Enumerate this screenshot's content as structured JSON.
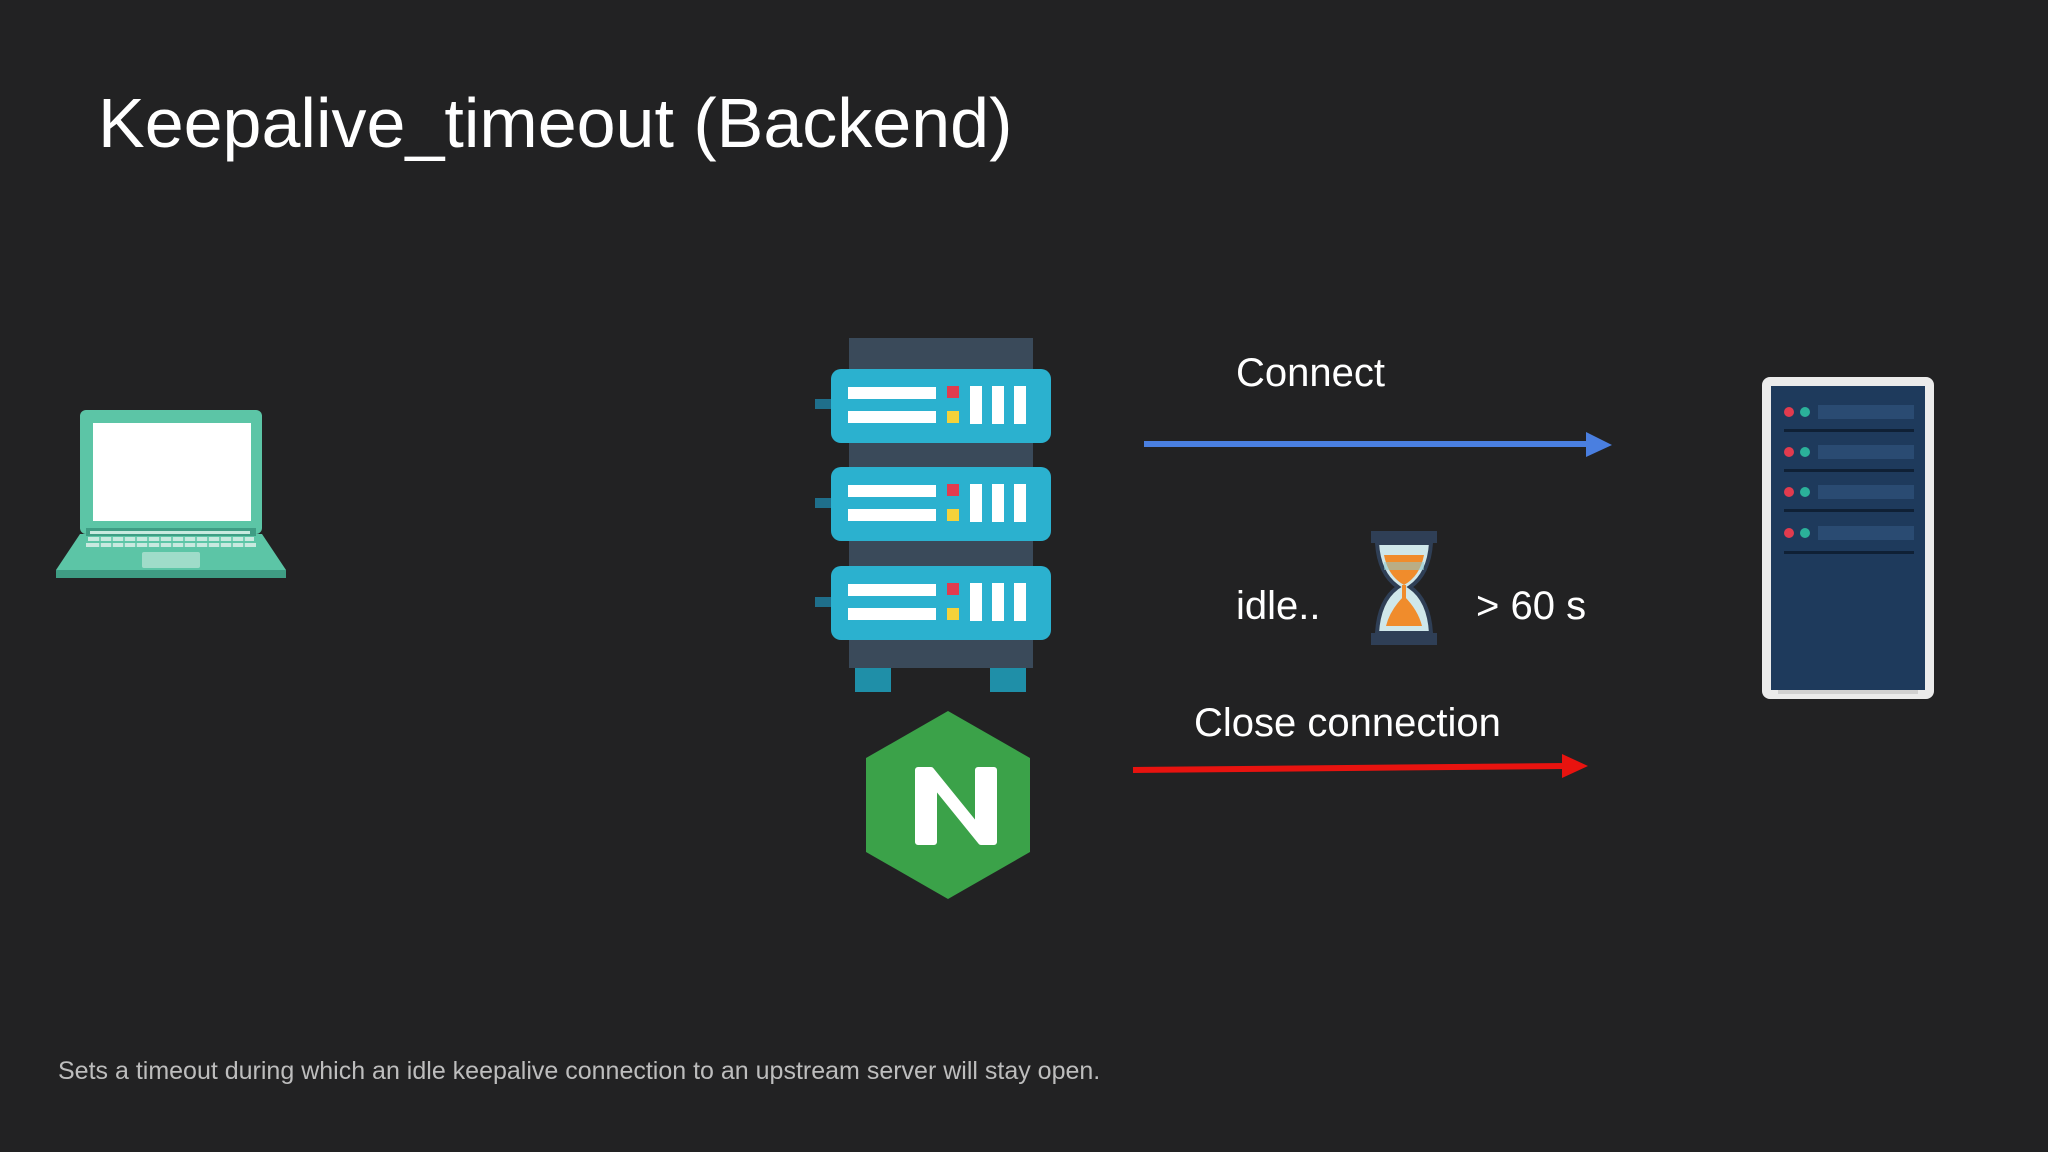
{
  "slide": {
    "title": "Keepalive_timeout (Backend)",
    "footnote": "Sets a timeout during which an idle keepalive connection to an upstream server will stay open."
  },
  "diagram": {
    "connect_label": "Connect",
    "idle_label": "idle..",
    "duration_label": "> 60 s",
    "close_label": "Close connection"
  },
  "icons": {
    "client": "laptop-icon",
    "proxy": "server-rack-icon",
    "proxy_logo": "nginx-logo-icon",
    "timer": "hourglass-icon",
    "upstream": "upstream-server-icon"
  },
  "colors": {
    "background": "#222223",
    "connect_arrow": "#4a7fe0",
    "close_arrow": "#e8130f",
    "server_teal": "#2bb1cf",
    "laptop_green": "#5cc5a6",
    "nginx_green": "#3ba249"
  }
}
